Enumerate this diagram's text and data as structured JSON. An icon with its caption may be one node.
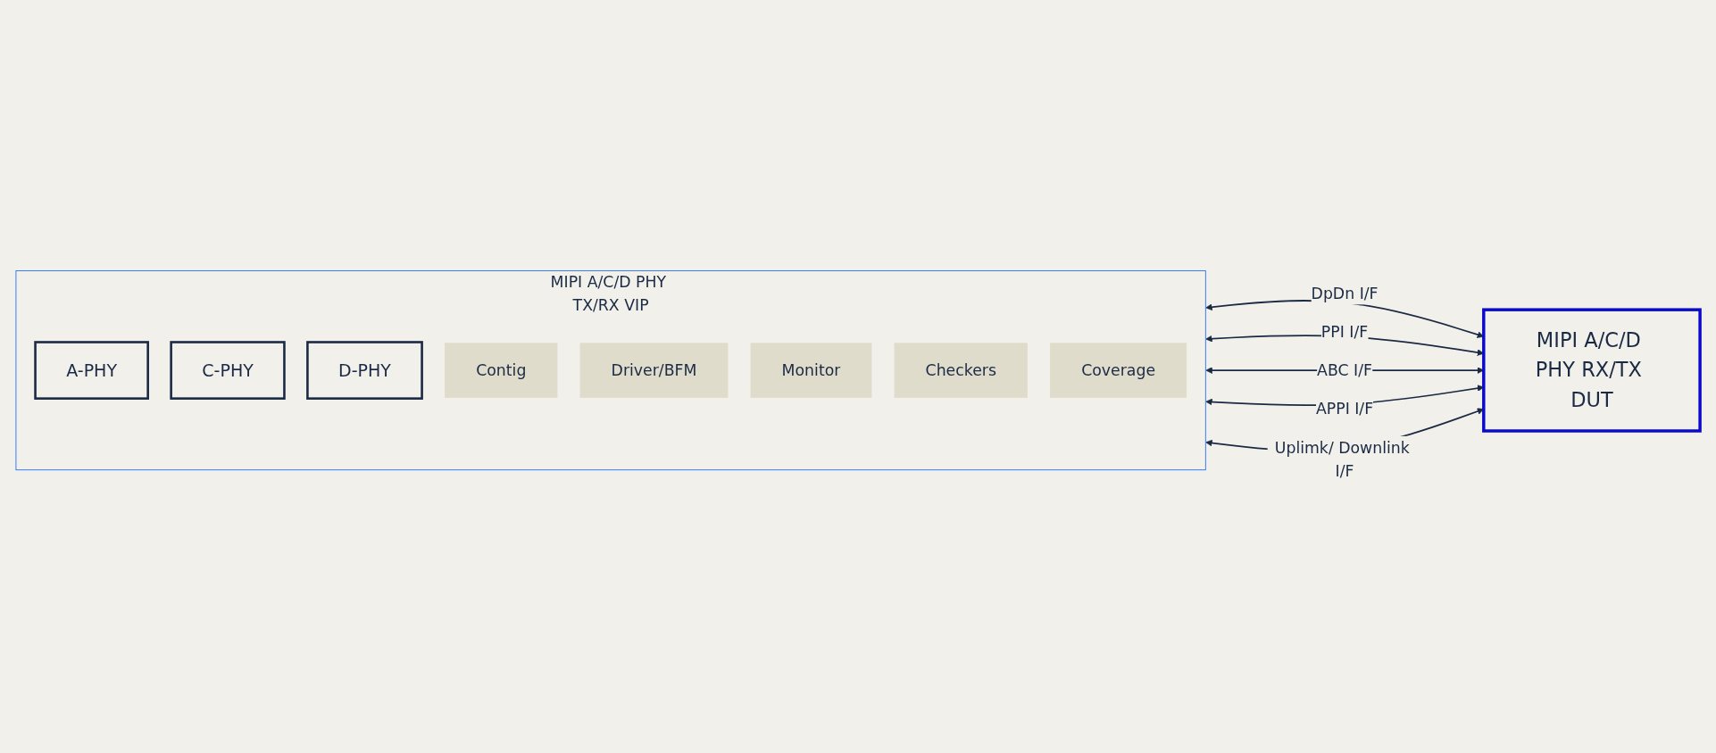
{
  "diagram": {
    "nodes": [
      {
        "text": [
          "MIPI A/C/D PHY TX/RX VIP"
        ]
      },
      {
        "text": [
          "A-PHY"
        ],
        "in": 0
      },
      {
        "text": [
          "C-PHY"
        ],
        "in": 0
      },
      {
        "text": [
          "D-PHY"
        ],
        "in": 0
      },
      {
        "text": [
          "Contig"
        ],
        "in": 0
      },
      {
        "text": [
          "Driver/BFM"
        ],
        "in": 0
      },
      {
        "text": [
          "Monitor"
        ],
        "in": 0
      },
      {
        "text": [
          "Checkers"
        ],
        "in": 0
      },
      {
        "text": [
          "Coverage"
        ],
        "in": 0
      },
      {
        "text": [
          "MIPI A/C/D PHY RX/TX DUT"
        ]
      }
    ],
    "edges": [
      {
        "from": 0,
        "to": 9,
        "arrow": "both",
        "label": "DpDn I/F"
      },
      {
        "from": 0,
        "to": 9,
        "arrow": "both",
        "label": "PPI I/F"
      },
      {
        "from": 0,
        "to": 9,
        "arrow": "both",
        "label": "ABC I/F"
      },
      {
        "from": 0,
        "to": 9,
        "arrow": "both",
        "label": "APPI I/F"
      },
      {
        "from": 0,
        "to": 9,
        "arrow": "both",
        "label": "Uplimk/ Downlink I/F"
      }
    ]
  }
}
